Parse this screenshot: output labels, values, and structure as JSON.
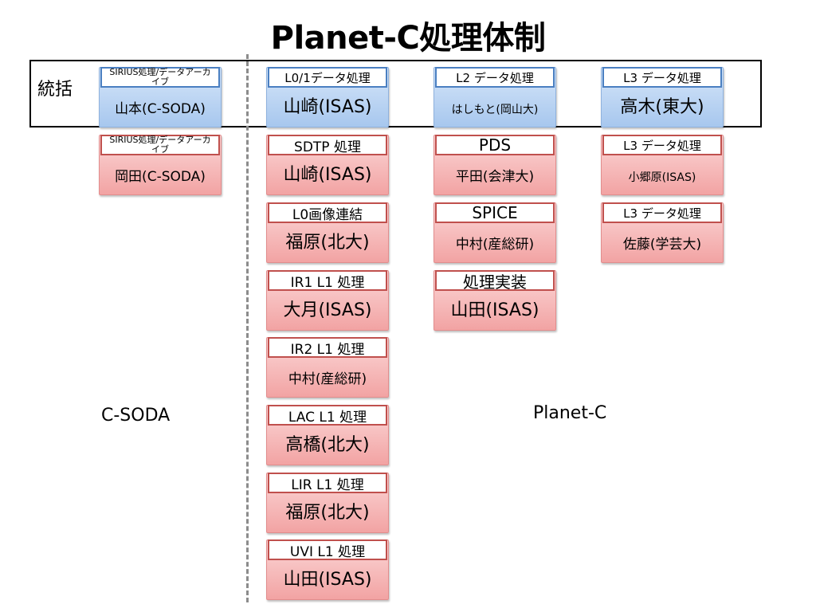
{
  "title": "Planet-C処理体制",
  "frame_label": "統括",
  "labels": {
    "left": "C-SODA",
    "right": "Planet-C"
  },
  "colors": {
    "blue_border": "#4a7fc1",
    "red_border": "#c0504d",
    "blue_fill": "#a7c7ee",
    "red_fill": "#f2a3a3"
  },
  "col1": [
    {
      "header": "SIRIUS処理/データアーカイブ",
      "body": "山本(C-SODA)"
    },
    {
      "header": "SIRIUS処理/データアーカイブ",
      "body": "岡田(C-SODA)"
    }
  ],
  "col2": [
    {
      "header": "L0/1データ処理",
      "body": "山崎(ISAS)"
    },
    {
      "header": "SDTP 処理",
      "body": "山崎(ISAS)"
    },
    {
      "header": "L0画像連結",
      "body": "福原(北大)"
    },
    {
      "header": "IR1 L1 処理",
      "body": "大月(ISAS)"
    },
    {
      "header": "IR2 L1 処理",
      "body": "中村(産総研)"
    },
    {
      "header": "LAC L1 処理",
      "body": "高橋(北大)"
    },
    {
      "header": "LIR L1 処理",
      "body": "福原(北大)"
    },
    {
      "header": "UVI L1 処理",
      "body": "山田(ISAS)"
    }
  ],
  "col3": [
    {
      "header": "L2 データ処理",
      "body": "はしもと(岡山大)"
    },
    {
      "header": "PDS",
      "body": "平田(会津大)"
    },
    {
      "header": "SPICE",
      "body": "中村(産総研)"
    },
    {
      "header": "処理実装",
      "body": "山田(ISAS)"
    }
  ],
  "col4": [
    {
      "header": "L3 データ処理",
      "body": "高木(東大)"
    },
    {
      "header": "L3 データ処理",
      "body": "小郷原(ISAS)"
    },
    {
      "header": "L3 データ処理",
      "body": "佐藤(学芸大)"
    }
  ]
}
